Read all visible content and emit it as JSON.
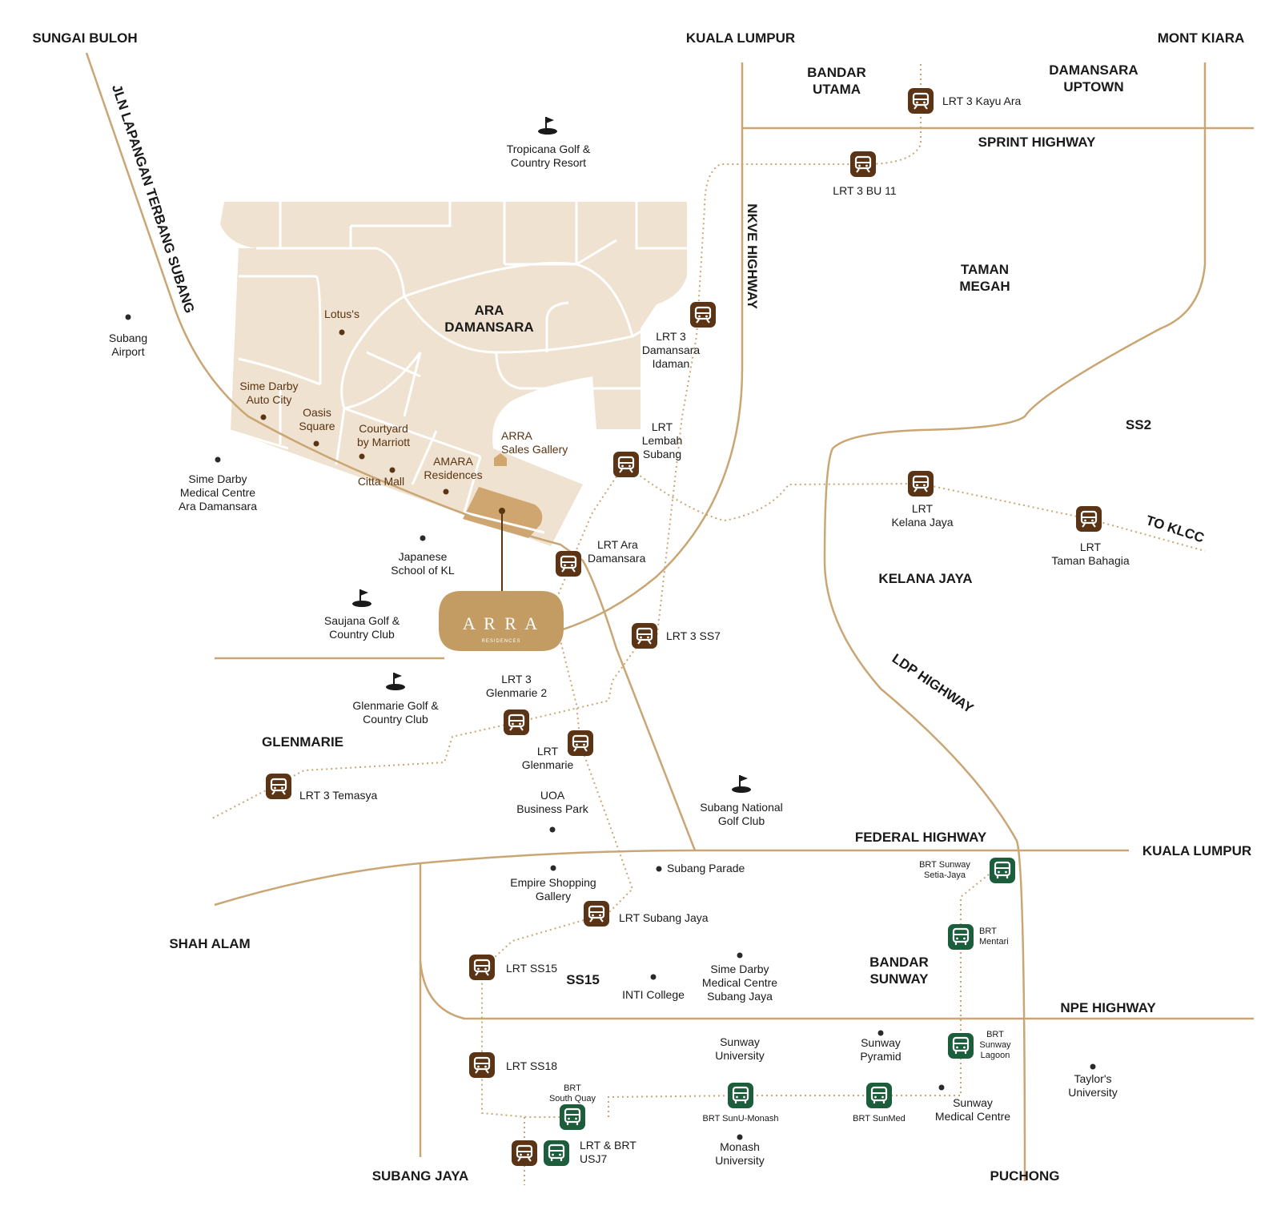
{
  "colors": {
    "road": "#c9a673",
    "zone": "#efe2d0",
    "zone_highlight": "#cfa670",
    "lrt": "#5b3416",
    "brt": "#1c5d3c",
    "marker": "#2a2a2a",
    "inner_text": "#5a3312"
  },
  "logo": {
    "text": "A R R A",
    "sub": "RESIDENCES"
  },
  "regions": {
    "sungai_buloh": "SUNGAI BULOH",
    "kuala_lumpur_top": "KUALA LUMPUR",
    "mont_kiara": "MONT KIARA",
    "bandar_utama": [
      "BANDAR",
      "UTAMA"
    ],
    "damansara_uptown": [
      "DAMANSARA",
      "UPTOWN"
    ],
    "taman_megah": [
      "TAMAN",
      "MEGAH"
    ],
    "ss2": "SS2",
    "kelana_jaya": "KELANA JAYA",
    "glenmarie": "GLENMARIE",
    "shah_alam": "SHAH ALAM",
    "ss15": "SS15",
    "bandar_sunway": [
      "BANDAR",
      "SUNWAY"
    ],
    "subang_jaya": "SUBANG JAYA",
    "puchong": "PUCHONG",
    "kuala_lumpur_right": "KUALA LUMPUR",
    "ara_damansara": [
      "ARA",
      "DAMANSARA"
    ]
  },
  "roads": {
    "sprint": "SPRINT HIGHWAY",
    "nkve": "NKVE HIGHWAY",
    "jln_lapangan": "JLN LAPANGAN TERBANG SUBANG",
    "ldp": "LDP HIGHWAY",
    "federal": "FEDERAL HIGHWAY",
    "npe": "NPE HIGHWAY",
    "to_klcc": "TO KLCC"
  },
  "places": {
    "subang_airport": [
      "Subang",
      "Airport"
    ],
    "tropicana": [
      "Tropicana Golf &",
      "Country Resort"
    ],
    "sime_darby_ara": [
      "Sime Darby",
      "Medical Centre",
      "Ara Damansara"
    ],
    "japanese_school": [
      "Japanese",
      "School of KL"
    ],
    "saujana": [
      "Saujana Golf &",
      "Country Club"
    ],
    "glenmarie_golf": [
      "Glenmarie Golf &",
      "Country Club"
    ],
    "uoa": [
      "UOA",
      "Business Park"
    ],
    "subang_national": [
      "Subang National",
      "Golf Club"
    ],
    "empire": [
      "Empire Shopping",
      "Gallery"
    ],
    "subang_parade": "Subang Parade",
    "inti": "INTI College",
    "sime_darby_subang": [
      "Sime Darby",
      "Medical Centre",
      "Subang Jaya"
    ],
    "sunway_university": [
      "Sunway",
      "University"
    ],
    "sunway_pyramid": [
      "Sunway",
      "Pyramid"
    ],
    "monash": [
      "Monash",
      "University"
    ],
    "sunway_medical": [
      "Sunway",
      "Medical Centre"
    ],
    "taylors": [
      "Taylor's",
      "University"
    ]
  },
  "inner_places": {
    "lotus": "Lotus's",
    "sime_darby_auto": [
      "Sime Darby",
      "Auto City"
    ],
    "oasis": [
      "Oasis",
      "Square"
    ],
    "courtyard": [
      "Courtyard",
      "by Marriott"
    ],
    "citta": "Citta Mall",
    "amara": [
      "AMARA",
      "Residences"
    ],
    "arra_gallery": [
      "ARRA",
      "Sales Gallery"
    ]
  },
  "stations": {
    "kayu_ara": "LRT 3 Kayu Ara",
    "bu11": "LRT 3 BU 11",
    "damansara_idaman": [
      "LRT 3",
      "Damansara",
      "Idaman"
    ],
    "lembah_subang": [
      "LRT",
      "Lembah",
      "Subang"
    ],
    "kelana_jaya": [
      "LRT",
      "Kelana Jaya"
    ],
    "taman_bahagia": [
      "LRT",
      "Taman Bahagia"
    ],
    "ara_damansara": [
      "LRT Ara",
      "Damansara"
    ],
    "ss7": "LRT 3 SS7",
    "glenmarie2": [
      "LRT 3",
      "Glenmarie 2"
    ],
    "glenmarie": [
      "LRT",
      "Glenmarie"
    ],
    "temasya": "LRT 3 Temasya",
    "subang_jaya": "LRT Subang Jaya",
    "ss15": "LRT SS15",
    "ss18": "LRT SS18",
    "usj7": [
      "LRT & BRT",
      "USJ7"
    ],
    "brt_south_quay": [
      "BRT",
      "South Quay"
    ],
    "brt_sunu_monash": "BRT SunU-Monash",
    "brt_sunmed": "BRT SunMed",
    "brt_setia_jaya": [
      "BRT Sunway",
      "Setia-Jaya"
    ],
    "brt_mentari": [
      "BRT",
      "Mentari"
    ],
    "brt_sunway_lagoon": [
      "BRT",
      "Sunway",
      "Lagoon"
    ]
  }
}
